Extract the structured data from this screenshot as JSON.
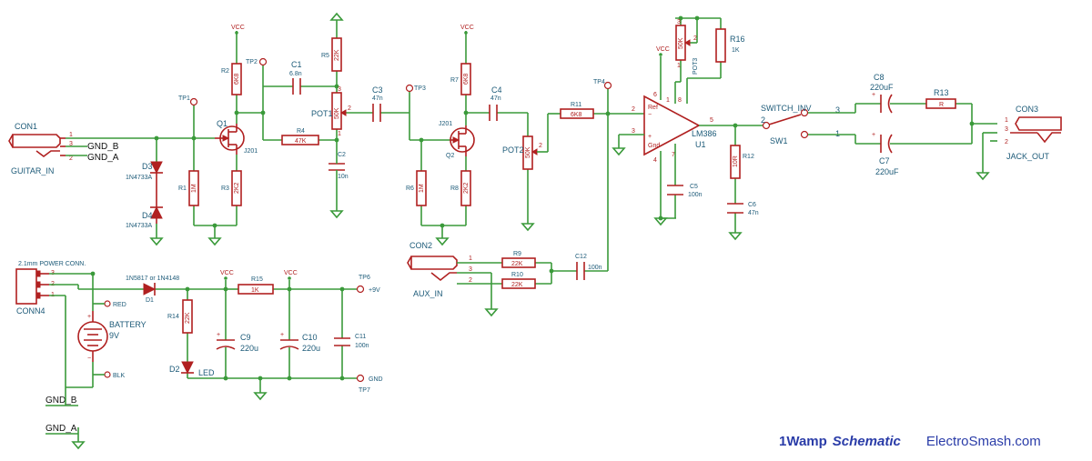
{
  "footer": {
    "title": "1Wamp",
    "subtitle": "Schematic",
    "site": "ElectroSmash.com"
  },
  "nets": {
    "gnd_b": "GND_B",
    "gnd_a": "GND_A",
    "vcc": "VCC",
    "plus9v": "+9V",
    "gnd": "GND"
  },
  "connectors": {
    "con1": {
      "ref": "CON1",
      "name": "GUITAR_IN",
      "pins": [
        "1",
        "3",
        "2"
      ]
    },
    "con2": {
      "ref": "CON2",
      "name": "AUX_IN",
      "pins": [
        "1",
        "3",
        "2"
      ]
    },
    "con3": {
      "ref": "CON3",
      "name": "JACK_OUT",
      "pins": [
        "1",
        "3",
        "2"
      ]
    },
    "conn4": {
      "ref": "CONN4",
      "name": "2.1mm POWER CONN.",
      "pins": [
        "3",
        "2",
        "1"
      ]
    }
  },
  "diodes": {
    "d3": {
      "ref": "D3",
      "value": "1N4733A"
    },
    "d4": {
      "ref": "D4",
      "value": "1N4733A"
    },
    "d1": {
      "ref": "D1",
      "value": "1N5817 or 1N4148"
    },
    "d2": {
      "ref": "D2",
      "value": "LED"
    }
  },
  "resistors": {
    "r1": {
      "ref": "R1",
      "value": "1M"
    },
    "r2": {
      "ref": "R2",
      "value": "6K8"
    },
    "r3": {
      "ref": "R3",
      "value": "2K2"
    },
    "r4": {
      "ref": "R4",
      "value": "47K"
    },
    "r5": {
      "ref": "R5",
      "value": "22K"
    },
    "r6": {
      "ref": "R6",
      "value": "1M"
    },
    "r7": {
      "ref": "R7",
      "value": "6K8"
    },
    "r8": {
      "ref": "R8",
      "value": "2K2"
    },
    "r9": {
      "ref": "R9",
      "value": "22K"
    },
    "r10": {
      "ref": "R10",
      "value": "22K"
    },
    "r11": {
      "ref": "R11",
      "value": "6K8"
    },
    "r12": {
      "ref": "R12",
      "value": "10R"
    },
    "r13": {
      "ref": "R13",
      "value": "R"
    },
    "r14": {
      "ref": "R14",
      "value": "22K"
    },
    "r15": {
      "ref": "R15",
      "value": "1K"
    },
    "r16": {
      "ref": "R16",
      "value": "1K"
    }
  },
  "capacitors": {
    "c1": {
      "ref": "C1",
      "value": "6.8n"
    },
    "c2": {
      "ref": "C2",
      "value": "10n"
    },
    "c3": {
      "ref": "C3",
      "value": "47n"
    },
    "c4": {
      "ref": "C4",
      "value": "47n"
    },
    "c5": {
      "ref": "C5",
      "value": "100n"
    },
    "c6": {
      "ref": "C6",
      "value": "47n"
    },
    "c7": {
      "ref": "C7",
      "value": "220uF"
    },
    "c8": {
      "ref": "C8",
      "value": "220uF"
    },
    "c9": {
      "ref": "C9",
      "value": "220u"
    },
    "c10": {
      "ref": "C10",
      "value": "220u"
    },
    "c11": {
      "ref": "C11",
      "value": "100n"
    },
    "c12": {
      "ref": "C12",
      "value": "100n"
    }
  },
  "pots": {
    "pot1": {
      "ref": "POT1",
      "value": "50K"
    },
    "pot2": {
      "ref": "POT2",
      "value": "50K"
    },
    "pot3": {
      "ref": "POT3",
      "value": "50K"
    }
  },
  "transistors": {
    "q1": {
      "ref": "Q1",
      "value": "J201"
    },
    "q2": {
      "ref": "Q2",
      "value": "J201"
    }
  },
  "ic": {
    "ref": "U1",
    "value": "LM386",
    "pins": [
      "2",
      "3",
      "6",
      "4",
      "8",
      "1",
      "7",
      "5"
    ]
  },
  "switch": {
    "ref": "SW1",
    "name": "SWITCH_INV",
    "pins": [
      "2",
      "3",
      "1"
    ]
  },
  "battery": {
    "ref": "BATTERY",
    "value": "9V",
    "red": "RED",
    "blk": "BLK"
  },
  "testpoints": [
    "TP1",
    "TP2",
    "TP3",
    "TP4",
    "TP6",
    "TP7"
  ]
}
